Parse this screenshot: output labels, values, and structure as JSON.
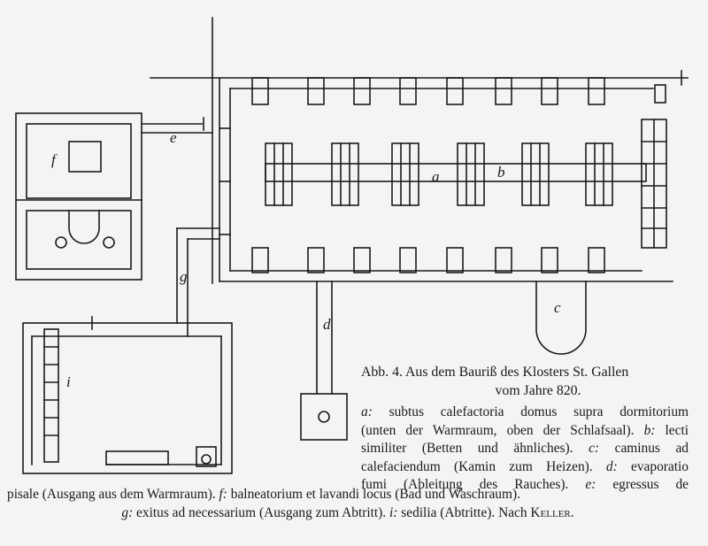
{
  "figure": {
    "labels": {
      "a": "a",
      "b": "b",
      "c": "c",
      "d": "d",
      "e": "e",
      "f": "f",
      "g": "g",
      "i": "i"
    }
  },
  "caption": {
    "title_line1": "Abb. 4.   Aus dem Bauriß des Klosters St. Gallen",
    "title_line2": "vom Jahre 820.",
    "body_lines": [
      {
        "key": "a:",
        "text": " subtus calefactoria domus supra dormitorium"
      },
      {
        "key": "",
        "text": "(unten der Warmraum, oben der Schlafsaal). "
      },
      {
        "key": "",
        "text": "similiter (Betten und ähnliches). "
      },
      {
        "key": "",
        "text": "calefaciendum (Kamin zum Heizen). "
      },
      {
        "key": "",
        "text": "fumi (Ableitung des Rauches). "
      }
    ],
    "b_key": "b:",
    "b_text_start": " lecti",
    "c_key": "c:",
    "c_text_start": " caminus ad",
    "d_key": "d:",
    "d_text_start": " evaporatio",
    "e_key": "e:",
    "e_text_start": " egressus de",
    "tail_line1_a": "pisale (Ausgang aus dem Warmraum). ",
    "f_key": "f:",
    "tail_line1_b": " balneatorium et lavandi locus (Bad und Waschraum).",
    "g_key": "g:",
    "tail_line2_a": " exitus ad necessarium (Ausgang zum Abtritt). ",
    "i_key": "i:",
    "tail_line2_b": " sedilia (Abtritte). Nach ",
    "author": "Keller",
    "tail_end": "."
  }
}
